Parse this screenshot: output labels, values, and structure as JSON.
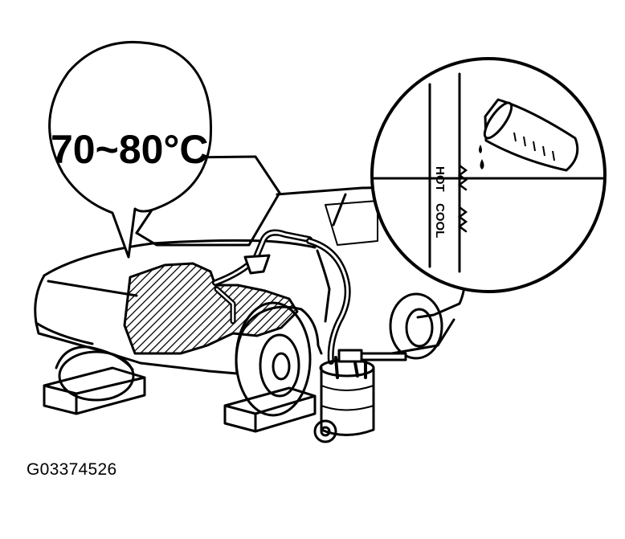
{
  "callout": {
    "temperature_label": "70~80°C"
  },
  "gauge": {
    "hot_label": "HOT",
    "cool_label": "COOL"
  },
  "figure_code": "G03374526"
}
